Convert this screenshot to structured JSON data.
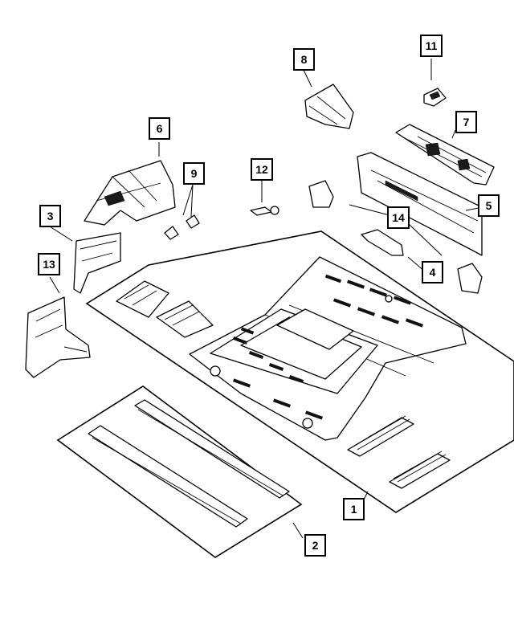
{
  "diagram": {
    "callouts": [
      {
        "id": "1",
        "label": "1"
      },
      {
        "id": "2",
        "label": "2"
      },
      {
        "id": "3",
        "label": "3"
      },
      {
        "id": "4",
        "label": "4"
      },
      {
        "id": "5",
        "label": "5"
      },
      {
        "id": "6",
        "label": "6"
      },
      {
        "id": "7",
        "label": "7"
      },
      {
        "id": "8",
        "label": "8"
      },
      {
        "id": "9",
        "label": "9"
      },
      {
        "id": "11",
        "label": "11"
      },
      {
        "id": "12",
        "label": "12"
      },
      {
        "id": "13",
        "label": "13"
      },
      {
        "id": "14",
        "label": "14"
      }
    ],
    "colors": {
      "ink": "#000000",
      "paper": "#ffffff"
    }
  }
}
